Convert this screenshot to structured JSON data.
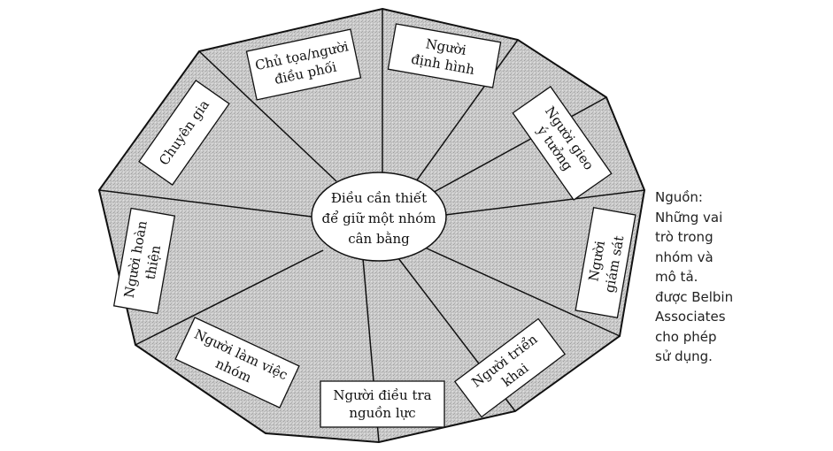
{
  "diagram": {
    "center": {
      "lines": [
        "Điều cần thiết",
        "để giữ một nhóm",
        "cân bằng"
      ]
    },
    "roles": [
      {
        "id": "chair",
        "lines": [
          "Chủ tọa/người",
          "điều phối"
        ]
      },
      {
        "id": "shaper",
        "lines": [
          "Người",
          "định hình"
        ]
      },
      {
        "id": "plant",
        "lines": [
          "Người gieo",
          "ý tưởng"
        ]
      },
      {
        "id": "monitor",
        "lines": [
          "Người",
          "giám sát"
        ]
      },
      {
        "id": "implementer",
        "lines": [
          "Người triển",
          "khai"
        ]
      },
      {
        "id": "resource",
        "lines": [
          "Người điều tra",
          "nguồn lực"
        ]
      },
      {
        "id": "teamworker",
        "lines": [
          "Người làm việc",
          "nhóm"
        ]
      },
      {
        "id": "finisher",
        "lines": [
          "Người hoàn",
          "thiện"
        ]
      },
      {
        "id": "specialist",
        "lines": [
          "Chuyên gia"
        ]
      }
    ]
  },
  "source": {
    "lines": [
      "Nguồn:",
      "Những vai",
      "trò trong",
      "nhóm và",
      "mô tả.",
      "được Belbin",
      "Associates",
      "cho phép",
      "sử dụng."
    ]
  },
  "colors": {
    "segment_fill": "#c9c9c9",
    "outline": "#111111",
    "box_fill": "#ffffff"
  }
}
